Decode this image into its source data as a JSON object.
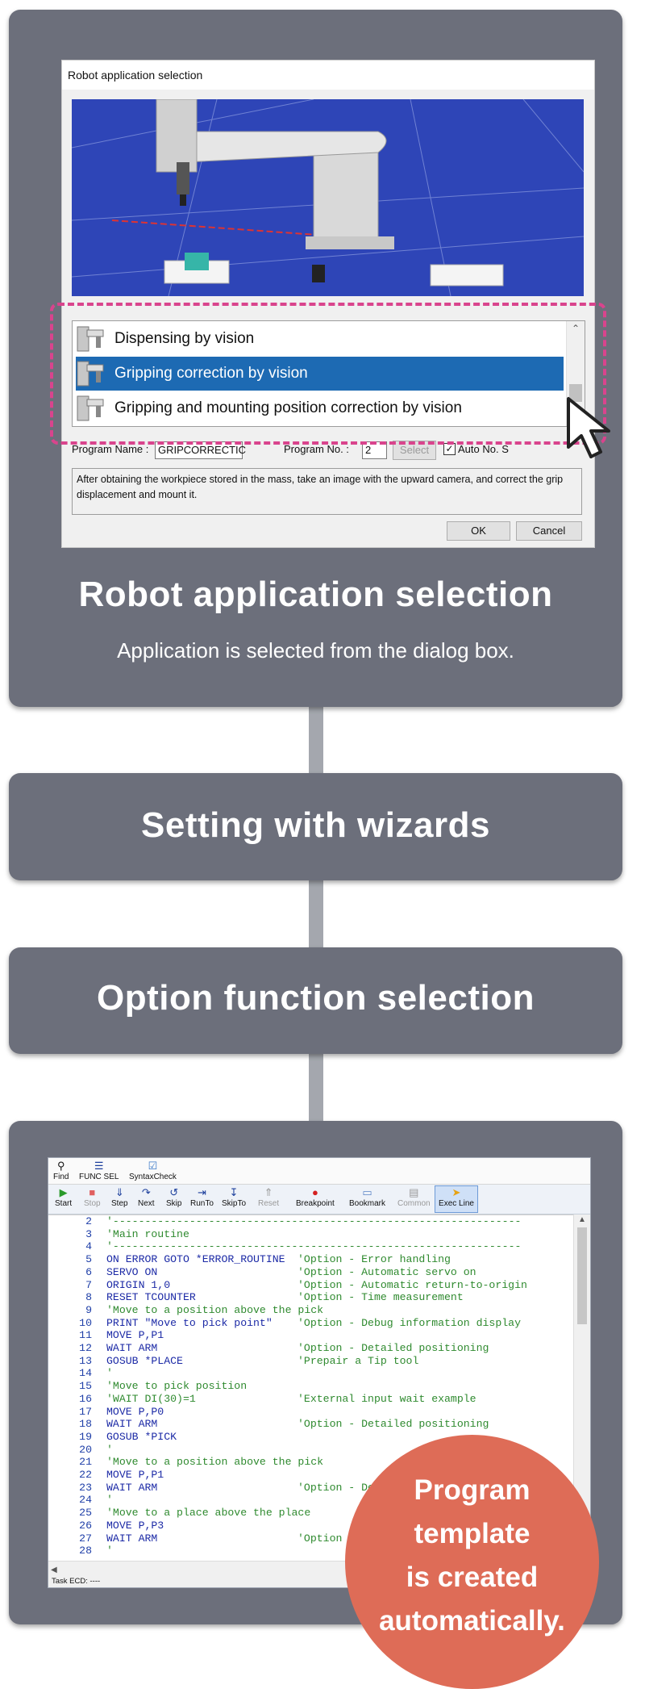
{
  "step1": {
    "dialog": {
      "title": "Robot application selection",
      "list_items": [
        "Dispensing by vision",
        "Gripping correction by vision",
        "Gripping and mounting position correction by vision"
      ],
      "selected_index": 1,
      "program_name_label": "Program Name :",
      "program_name_value": "GRIPCORRECTIC",
      "program_no_label": "Program No. :",
      "program_no_value": "2",
      "select_button": "Select",
      "auto_no_label": "Auto No. S",
      "auto_no_checked": true,
      "description": "After obtaining the workpiece stored in the mass, take an image with the upward camera, and correct the grip displacement and mount it.",
      "ok_button": "OK",
      "cancel_button": "Cancel"
    },
    "title": "Robot application selection",
    "subtitle": "Application is selected from the dialog box."
  },
  "step2": {
    "title": "Setting with wizards"
  },
  "step3": {
    "title": "Option function selection"
  },
  "step4": {
    "toolbar_top": [
      "Find",
      "FUNC SEL",
      "SyntaxCheck"
    ],
    "toolbar_main": [
      "Start",
      "Stop",
      "Step",
      "Next",
      "Skip",
      "RunTo",
      "SkipTo",
      "Reset",
      "Breakpoint",
      "Bookmark",
      "Common",
      "Exec Line"
    ],
    "code_lines": [
      {
        "n": "2",
        "code": "'----------------------------------------------------------------",
        "comment": ""
      },
      {
        "n": "3",
        "code": "'Main routine",
        "comment": ""
      },
      {
        "n": "4",
        "code": "'----------------------------------------------------------------",
        "comment": ""
      },
      {
        "n": "5",
        "code": "ON ERROR GOTO *ERROR_ROUTINE",
        "comment": "'Option - Error handling"
      },
      {
        "n": "6",
        "code": "SERVO ON",
        "comment": "'Option - Automatic servo on"
      },
      {
        "n": "7",
        "code": "ORIGIN 1,0",
        "comment": "'Option - Automatic return-to-origin"
      },
      {
        "n": "8",
        "code": "RESET TCOUNTER",
        "comment": "'Option - Time measurement"
      },
      {
        "n": "9",
        "code": "'Move to a position above the pick",
        "comment": ""
      },
      {
        "n": "10",
        "code": "PRINT \"Move to pick point\"",
        "comment": "'Option - Debug information display"
      },
      {
        "n": "11",
        "code": "MOVE P,P1",
        "comment": ""
      },
      {
        "n": "12",
        "code": "WAIT ARM",
        "comment": "'Option - Detailed positioning"
      },
      {
        "n": "13",
        "code": "GOSUB *PLACE",
        "comment": "'Prepair a Tip tool"
      },
      {
        "n": "14",
        "code": "'",
        "comment": ""
      },
      {
        "n": "15",
        "code": "'Move to pick position",
        "comment": ""
      },
      {
        "n": "16",
        "code": "'WAIT DI(30)=1",
        "comment": "'External input wait example"
      },
      {
        "n": "17",
        "code": "MOVE P,P0",
        "comment": ""
      },
      {
        "n": "18",
        "code": "WAIT ARM",
        "comment": "'Option - Detailed positioning"
      },
      {
        "n": "19",
        "code": "GOSUB *PICK",
        "comment": ""
      },
      {
        "n": "20",
        "code": "'",
        "comment": ""
      },
      {
        "n": "21",
        "code": "'Move to a position above the pick",
        "comment": ""
      },
      {
        "n": "22",
        "code": "MOVE P,P1",
        "comment": ""
      },
      {
        "n": "23",
        "code": "WAIT ARM",
        "comment": "'Option - Det"
      },
      {
        "n": "24",
        "code": "'",
        "comment": ""
      },
      {
        "n": "25",
        "code": "'Move to a place above the place",
        "comment": ""
      },
      {
        "n": "26",
        "code": "MOVE P,P3",
        "comment": ""
      },
      {
        "n": "27",
        "code": "WAIT ARM",
        "comment": "'Option -"
      },
      {
        "n": "28",
        "code": "'",
        "comment": ""
      }
    ],
    "status": "Task ECD: ----",
    "bubble_lines": [
      "Program",
      "template",
      "is created",
      "automatically."
    ]
  },
  "colors": {
    "card": "#6c6f7b",
    "connector": "#a4a7ae",
    "highlight_dash": "#d9448d",
    "selection": "#1d6ab3",
    "bubble": "#de6c57",
    "viewport": "#2e45b7"
  }
}
